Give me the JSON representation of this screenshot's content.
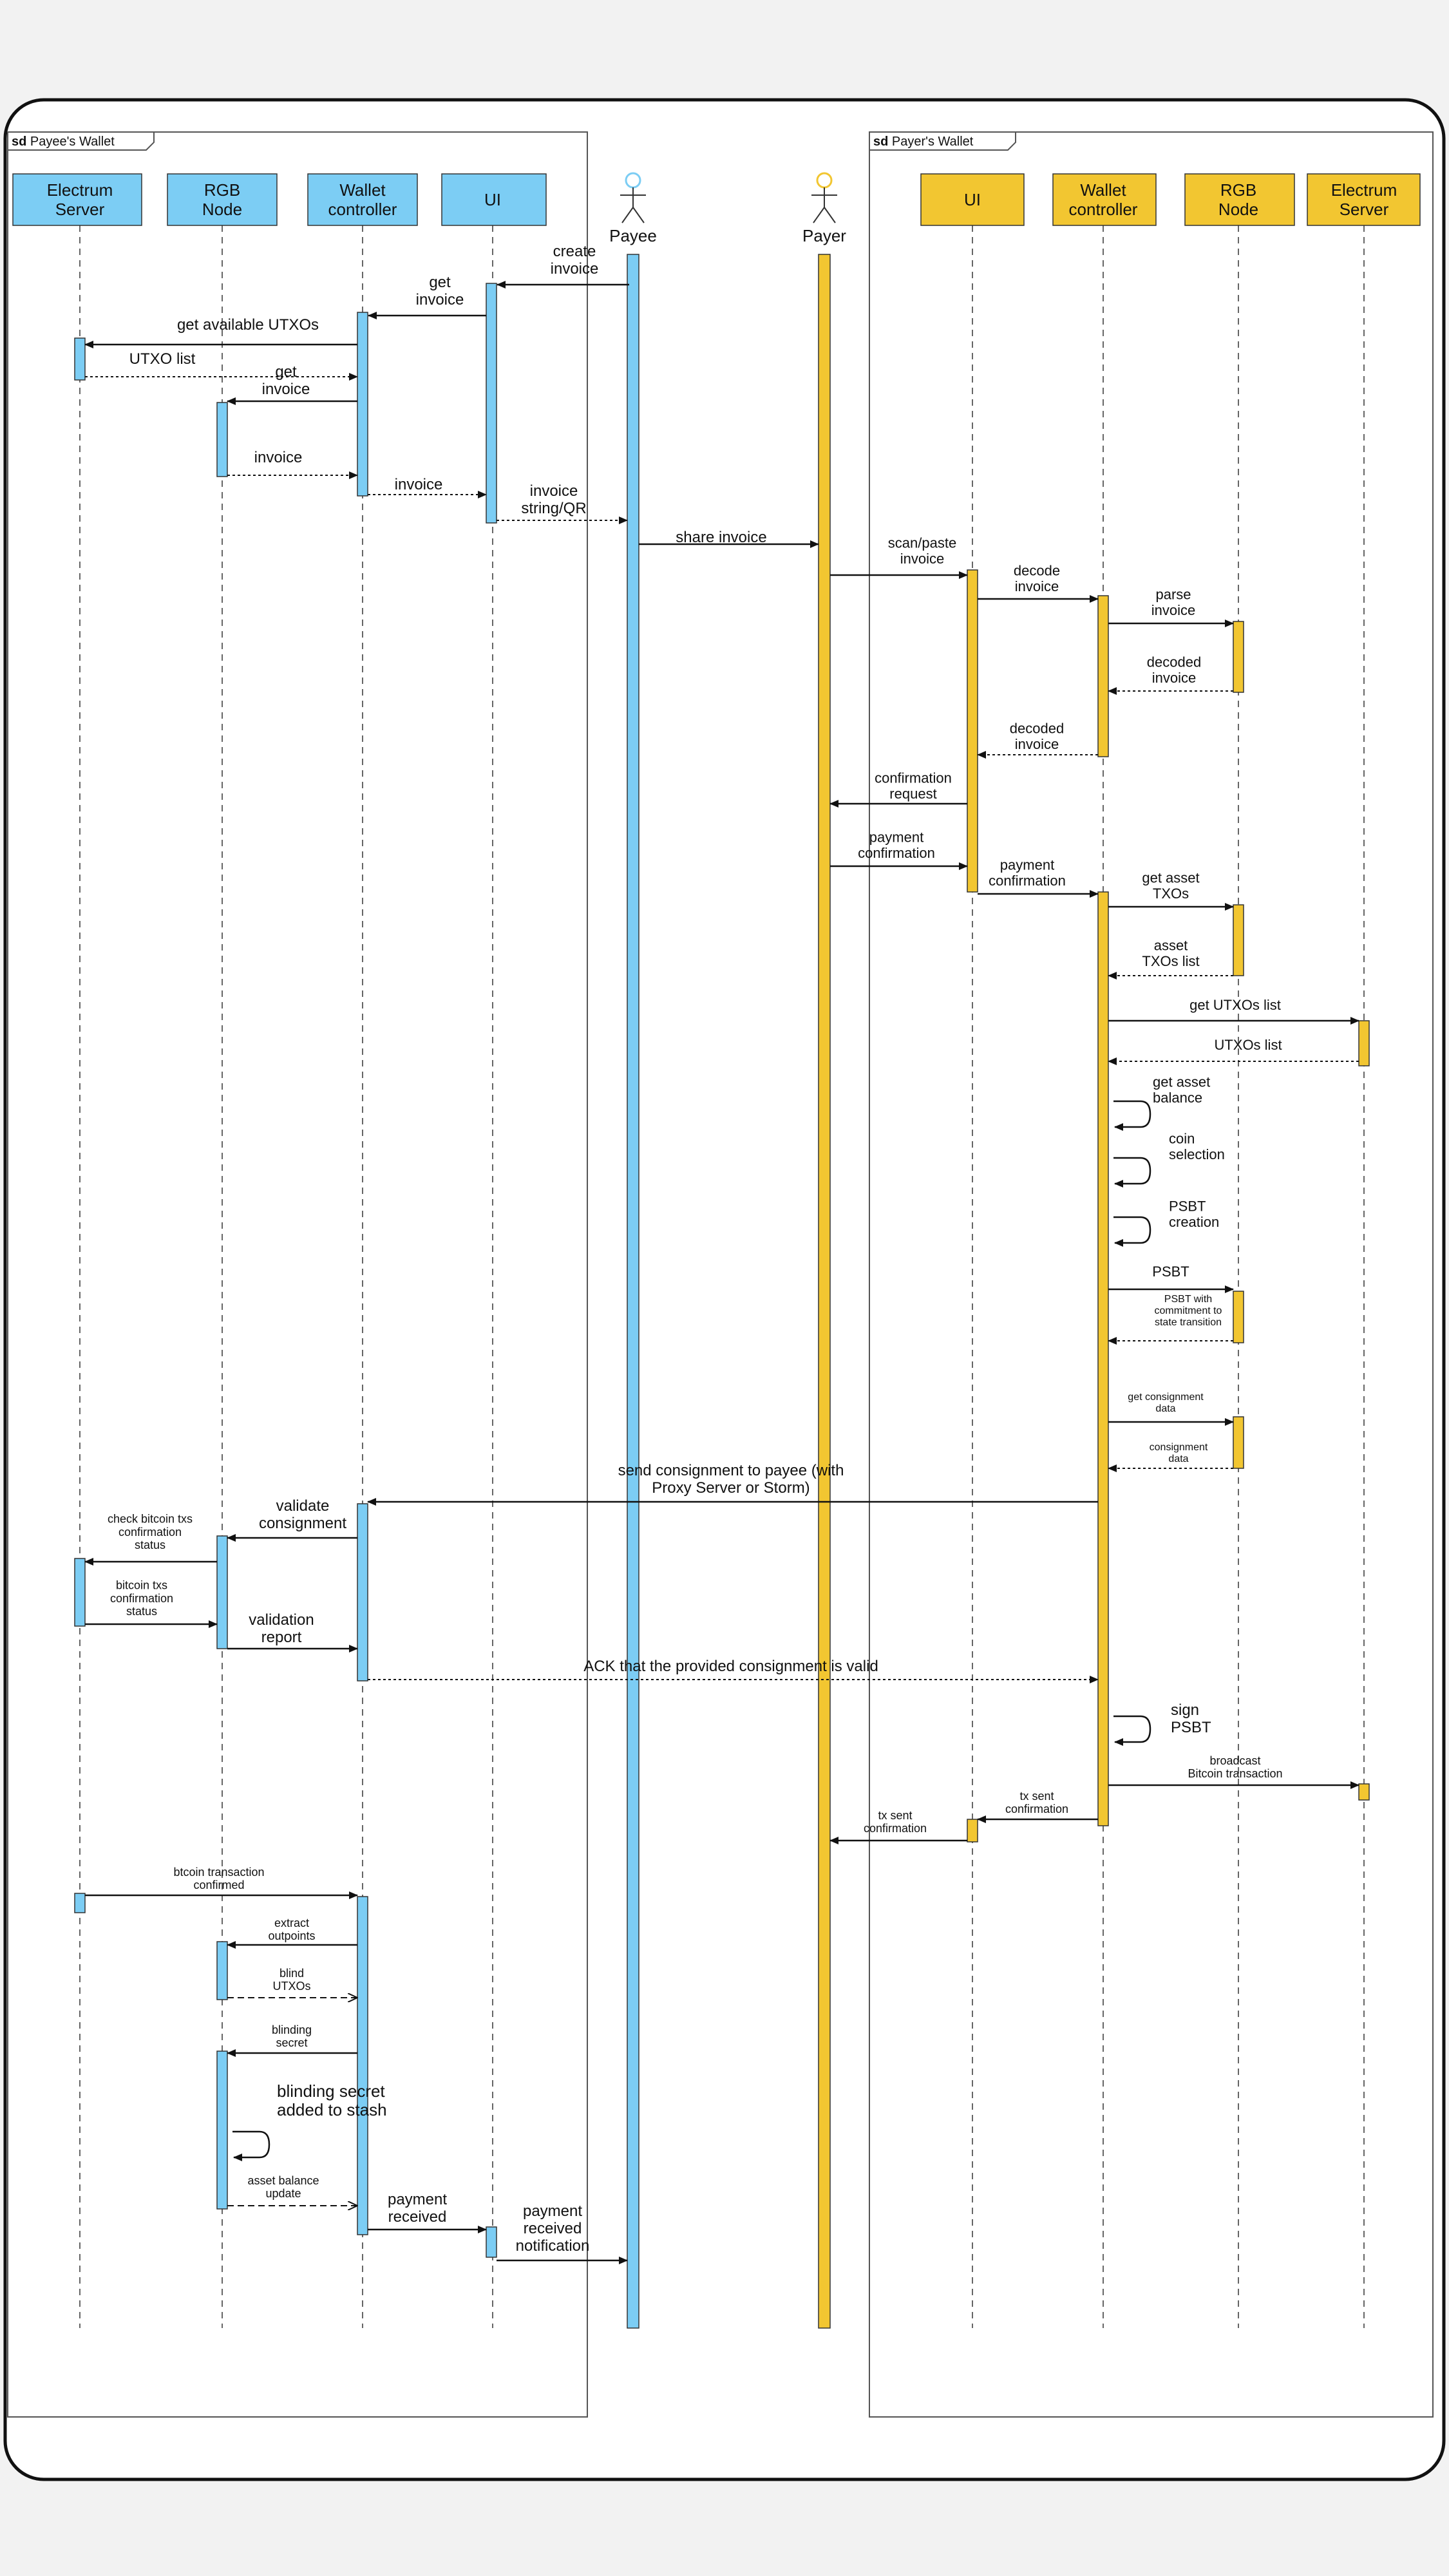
{
  "colors": {
    "payee": "#7ccdf4",
    "payer": "#f2c631",
    "line": "#111111"
  },
  "frames": {
    "payee": {
      "prefix": "sd",
      "title": "Payee's Wallet"
    },
    "payer": {
      "prefix": "sd",
      "title": "Payer's Wallet"
    }
  },
  "lifelines": [
    {
      "id": "ee_es",
      "label": [
        "Electrum",
        "Server"
      ],
      "side": "payee"
    },
    {
      "id": "ee_rgb",
      "label": [
        "RGB",
        "Node"
      ],
      "side": "payee"
    },
    {
      "id": "ee_wc",
      "label": [
        "Wallet",
        "controller"
      ],
      "side": "payee"
    },
    {
      "id": "ee_ui",
      "label": [
        "UI"
      ],
      "side": "payee"
    },
    {
      "id": "payee",
      "label": [
        "Payee"
      ],
      "side": "payee",
      "actor": true
    },
    {
      "id": "payer",
      "label": [
        "Payer"
      ],
      "side": "payer",
      "actor": true
    },
    {
      "id": "er_ui",
      "label": [
        "UI"
      ],
      "side": "payer"
    },
    {
      "id": "er_wc",
      "label": [
        "Wallet",
        "controller"
      ],
      "side": "payer"
    },
    {
      "id": "er_rgb",
      "label": [
        "RGB",
        "Node"
      ],
      "side": "payer"
    },
    {
      "id": "er_es",
      "label": [
        "Electrum",
        "Server"
      ],
      "side": "payer"
    }
  ],
  "messages": [
    {
      "id": "m1",
      "text": [
        "create",
        "invoice"
      ]
    },
    {
      "id": "m2",
      "text": [
        "get",
        "invoice"
      ]
    },
    {
      "id": "m3",
      "text": [
        "get available UTXOs"
      ]
    },
    {
      "id": "m4",
      "text": [
        "UTXO list"
      ]
    },
    {
      "id": "m5",
      "text": [
        "get",
        "invoice"
      ]
    },
    {
      "id": "m6",
      "text": [
        "invoice"
      ]
    },
    {
      "id": "m7",
      "text": [
        "invoice"
      ]
    },
    {
      "id": "m8",
      "text": [
        "invoice",
        "string/QR"
      ]
    },
    {
      "id": "m9",
      "text": [
        "share invoice"
      ]
    },
    {
      "id": "m10",
      "text": [
        "scan/paste",
        "invoice"
      ]
    },
    {
      "id": "m11",
      "text": [
        "decode",
        "invoice"
      ]
    },
    {
      "id": "m12",
      "text": [
        "parse",
        "invoice"
      ]
    },
    {
      "id": "m13",
      "text": [
        "decoded",
        "invoice"
      ]
    },
    {
      "id": "m14",
      "text": [
        "decoded",
        "invoice"
      ]
    },
    {
      "id": "m15",
      "text": [
        "confirmation",
        "request"
      ]
    },
    {
      "id": "m16",
      "text": [
        "payment",
        "confirmation"
      ]
    },
    {
      "id": "m17",
      "text": [
        "payment",
        "confirmation"
      ]
    },
    {
      "id": "m18",
      "text": [
        "get asset",
        "TXOs"
      ]
    },
    {
      "id": "m19",
      "text": [
        "asset",
        "TXOs list"
      ]
    },
    {
      "id": "m20",
      "text": [
        "get UTXOs list"
      ]
    },
    {
      "id": "m21",
      "text": [
        "UTXOs list"
      ]
    },
    {
      "id": "m22",
      "text": [
        "get asset",
        "balance"
      ]
    },
    {
      "id": "m23",
      "text": [
        "coin",
        "selection"
      ]
    },
    {
      "id": "m24",
      "text": [
        "PSBT",
        "creation"
      ]
    },
    {
      "id": "m25",
      "text": [
        "PSBT"
      ]
    },
    {
      "id": "m26",
      "text": [
        "PSBT with",
        "commitment to",
        "state transition"
      ]
    },
    {
      "id": "m27",
      "text": [
        "get consignment",
        "data"
      ]
    },
    {
      "id": "m28",
      "text": [
        "consignment",
        "data"
      ]
    },
    {
      "id": "m29",
      "text": [
        "send consignment to payee (with",
        "Proxy Server or Storm)"
      ]
    },
    {
      "id": "m30",
      "text": [
        "validate",
        "consignment"
      ]
    },
    {
      "id": "m31",
      "text": [
        "check bitcoin txs",
        "confirmation",
        "status"
      ]
    },
    {
      "id": "m32",
      "text": [
        "bitcoin txs",
        "confirmation",
        "status"
      ]
    },
    {
      "id": "m33",
      "text": [
        "validation",
        "report"
      ]
    },
    {
      "id": "m34",
      "text": [
        "ACK that the provided consignment is valid"
      ]
    },
    {
      "id": "m35",
      "text": [
        "sign",
        "PSBT"
      ]
    },
    {
      "id": "m36",
      "text": [
        "broadcast",
        "Bitcoin transaction"
      ]
    },
    {
      "id": "m37",
      "text": [
        "tx sent",
        "confirmation"
      ]
    },
    {
      "id": "m38",
      "text": [
        "tx sent",
        "confirmation"
      ]
    },
    {
      "id": "m39",
      "text": [
        "btcoin transaction",
        "confirmed"
      ]
    },
    {
      "id": "m40",
      "text": [
        "extract",
        "outpoints"
      ]
    },
    {
      "id": "m41",
      "text": [
        "blind",
        "UTXOs"
      ]
    },
    {
      "id": "m42",
      "text": [
        "blinding",
        "secret"
      ]
    },
    {
      "id": "m43",
      "text": [
        "blinding secret",
        "added to stash"
      ]
    },
    {
      "id": "m44",
      "text": [
        "asset balance",
        "update"
      ]
    },
    {
      "id": "m45",
      "text": [
        "payment",
        "received"
      ]
    },
    {
      "id": "m46",
      "text": [
        "payment",
        "received",
        "notification"
      ]
    }
  ]
}
